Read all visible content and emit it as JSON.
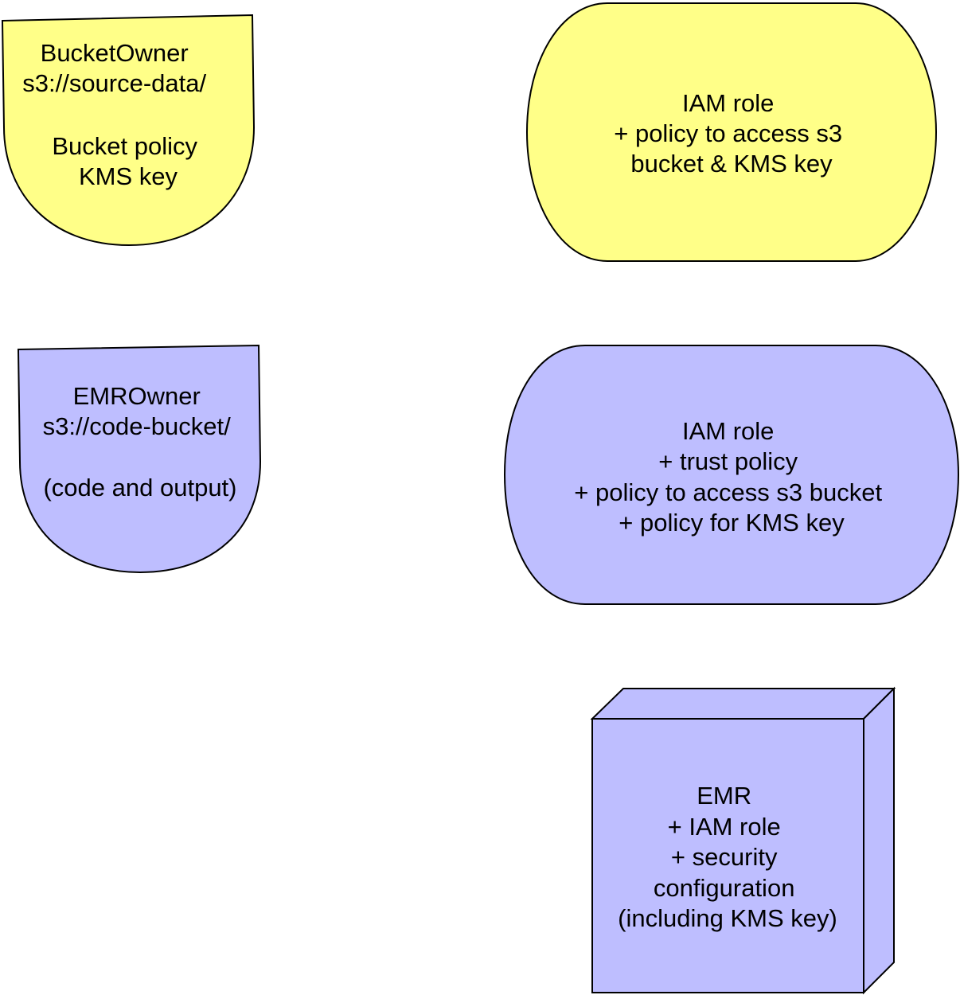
{
  "colors": {
    "yellow_fill": "#FFFF88",
    "purple_fill": "#BEBEFF",
    "stroke": "#000000"
  },
  "shapes": {
    "bucket_owner": {
      "shape": "document",
      "lines": [
        "BucketOwner",
        "s3://source-data/",
        "",
        "Bucket policy",
        "KMS key"
      ]
    },
    "iam_role_source": {
      "shape": "stored-data",
      "lines": [
        "IAM role",
        "+ policy to access s3",
        "bucket & KMS key"
      ]
    },
    "emr_owner": {
      "shape": "document",
      "lines": [
        "EMROwner",
        "s3://code-bucket/",
        "",
        "(code and output)"
      ]
    },
    "iam_role_emr": {
      "shape": "stored-data",
      "lines": [
        "IAM role",
        "+ trust policy",
        "+ policy to access s3 bucket",
        "+ policy for KMS key"
      ]
    },
    "emr_cluster": {
      "shape": "node-cube",
      "lines": [
        "EMR",
        "+ IAM role",
        "+ security",
        "configuration",
        "(including KMS key)"
      ]
    }
  }
}
